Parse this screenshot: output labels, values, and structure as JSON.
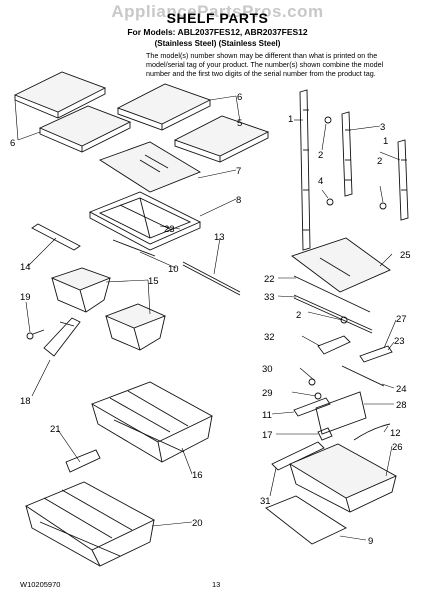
{
  "header": {
    "watermark": "AppliancePartsPros.com",
    "title": "SHELF PARTS",
    "models_line": "For Models: ABL2037FES12, ABR2037FES12",
    "finish_line": "(Stainless Steel) (Stainless Steel)",
    "note": "The model(s) number shown may be different than what is printed on the model/serial tag of your product. The number(s) shown combine the model number and the first two digits of the serial number from the product tag."
  },
  "footer": {
    "doc_number": "W10205970",
    "page_number": "13"
  },
  "callouts": [
    "1",
    "1",
    "2",
    "2",
    "2",
    "3",
    "4",
    "5",
    "6",
    "6",
    "7",
    "8",
    "9",
    "10",
    "11",
    "12",
    "13",
    "14",
    "15",
    "16",
    "17",
    "18",
    "19",
    "20",
    "21",
    "22",
    "23",
    "23",
    "24",
    "25",
    "26",
    "27",
    "28",
    "29",
    "30",
    "31",
    "32",
    "33"
  ]
}
